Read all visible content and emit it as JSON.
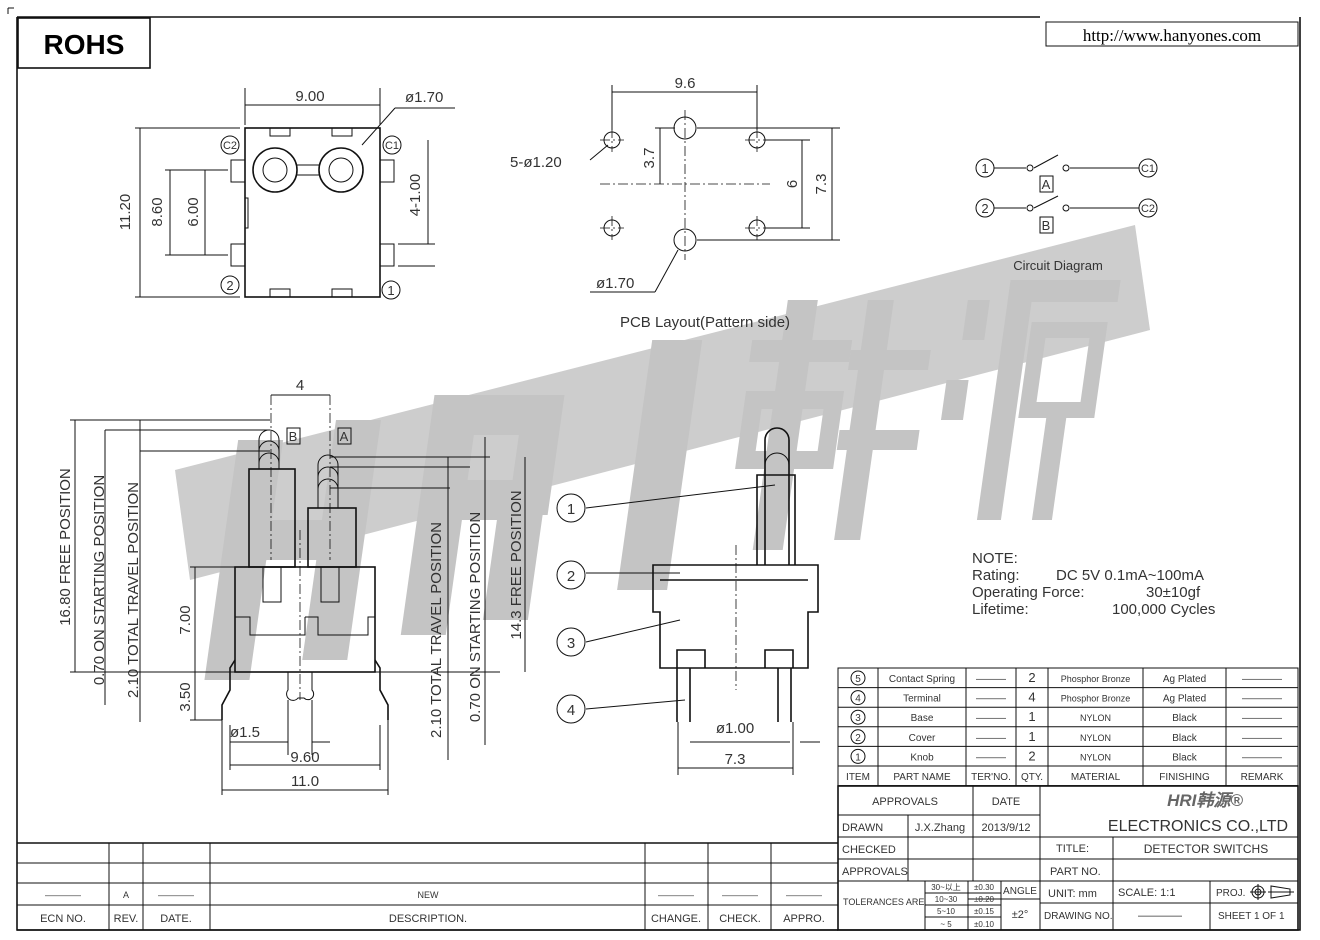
{
  "header": {
    "rohs": "ROHS",
    "url": "http://www.hanyones.com"
  },
  "watermark": {
    "text": "HRI 韩源",
    "color": "#c8c8c8"
  },
  "top_view": {
    "width_dim": "9.00",
    "hole_dim": "ø1.70",
    "height_dim": "11.20",
    "dim_860": "8.60",
    "dim_600": "6.00",
    "dim_400": "4-1.00",
    "pin_c2": "C2",
    "pin_c1": "C1",
    "pin_2": "2",
    "pin_1": "1"
  },
  "pcb": {
    "width_dim": "9.6",
    "small_holes": "5-ø1.20",
    "dim_37": "3.7",
    "dim_6": "6",
    "dim_73": "7.3",
    "big_hole": "ø1.70",
    "caption": "PCB Layout(Pattern side)"
  },
  "circuit": {
    "node1": "1",
    "node2": "2",
    "c1": "C1",
    "c2": "C2",
    "switch_a": "A",
    "switch_b": "B",
    "caption": "Circuit Diagram"
  },
  "side_view": {
    "dim_4": "4",
    "label_b": "B",
    "label_a": "A",
    "left_free": "16.80  FREE  POSITION",
    "left_start": "0.70  ON  STARTING  POSITION",
    "left_travel": "2.10  TOTAL  TRAVEL  POSITION",
    "dim_700": "7.00",
    "dim_350": "3.50",
    "dim_15": "ø1.5",
    "dim_960": "9.60",
    "dim_110": "11.0",
    "right_travel": "2.10  TOTAL  TRAVEL  POSITION",
    "right_start": "0.70  ON  STARTING  POSITION",
    "right_free": "14.3  FREE  POSITION"
  },
  "detail_view": {
    "callouts": [
      "1",
      "2",
      "3",
      "4"
    ],
    "dim_100": "ø1.00",
    "dim_73": "7.3"
  },
  "notes": {
    "title": "NOTE:",
    "rating_label": "Rating:",
    "rating_value": "DC  5V  0.1mA~100mA",
    "force_label": "Operating  Force:",
    "force_value": "30±10gf",
    "life_label": "Lifetime:",
    "life_value": "100,000  Cycles"
  },
  "parts_table": {
    "headers": [
      "ITEM",
      "PART  NAME",
      "TER'NO.",
      "QTY.",
      "MATERIAL",
      "FINISHING",
      "REMARK"
    ],
    "rows": [
      {
        "item": "5",
        "name": "Contact  Spring",
        "ter": "———",
        "qty": "2",
        "material": "Phosphor  Bronze",
        "finishing": "Ag  Plated",
        "remark": "————"
      },
      {
        "item": "4",
        "name": "Terminal",
        "ter": "———",
        "qty": "4",
        "material": "Phosphor  Bronze",
        "finishing": "Ag  Plated",
        "remark": "————"
      },
      {
        "item": "3",
        "name": "Base",
        "ter": "———",
        "qty": "1",
        "material": "NYLON",
        "finishing": "Black",
        "remark": "————"
      },
      {
        "item": "2",
        "name": "Cover",
        "ter": "———",
        "qty": "1",
        "material": "NYLON",
        "finishing": "Black",
        "remark": "————"
      },
      {
        "item": "1",
        "name": "Knob",
        "ter": "———",
        "qty": "2",
        "material": "NYLON",
        "finishing": "Black",
        "remark": "————"
      }
    ]
  },
  "title_block": {
    "approvals_header": "APPROVALS",
    "date_header": "DATE",
    "drawn_label": "DRAWN",
    "drawn_by": "J.X.Zhang",
    "drawn_date": "2013/9/12",
    "checked_label": "CHECKED",
    "approvals_label": "APPROVALS",
    "logo_text": "HRI韩源®",
    "company": "ELECTRONICS  CO.,LTD",
    "title_label": "TITLE:",
    "title_value": "DETECTOR  SWITCHS",
    "part_no_label": "PART  NO.",
    "tolerances_label": "TOLERANCES  ARE",
    "tol_ranges": [
      "30~以上",
      "10~30",
      "5~10",
      "~ 5"
    ],
    "tol_values": [
      "±0.30",
      "±0.20",
      "±0.15",
      "±0.10"
    ],
    "angle_label": "ANGLE",
    "angle_value": "±2°",
    "unit": "UNIT:  mm",
    "scale": "SCALE:   1:1",
    "proj": "PROJ.",
    "drawing_no_label": "DRAWING  NO.",
    "drawing_no_value": "————",
    "sheet": "SHEET   1  OF  1"
  },
  "revision_block": {
    "row": {
      "ecn": "————",
      "rev": "A",
      "date": "————",
      "description": "NEW",
      "change": "————",
      "check": "————",
      "appro": "————"
    },
    "headers": {
      "ecn": "ECN  NO.",
      "rev": "REV.",
      "date": "DATE.",
      "description": "DESCRIPTION.",
      "change": "CHANGE.",
      "check": "CHECK.",
      "appro": "APPRO."
    }
  }
}
